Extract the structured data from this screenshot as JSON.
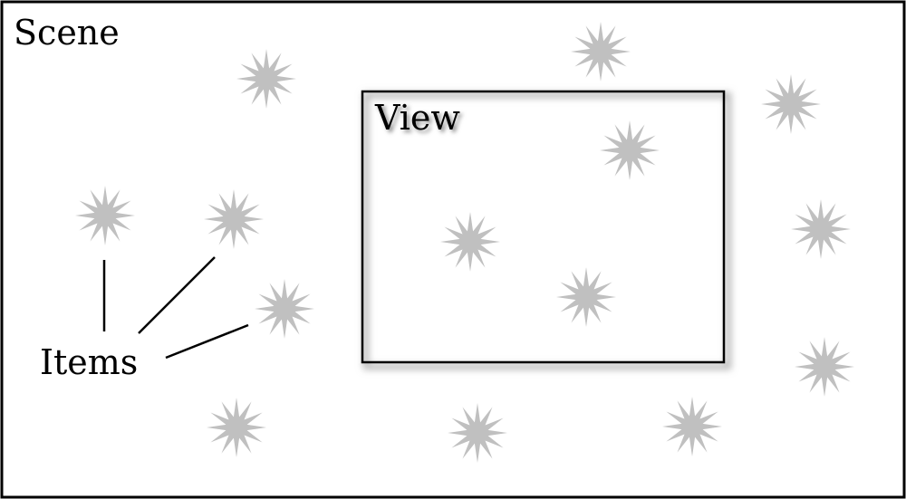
{
  "scene": {
    "label": "Scene"
  },
  "view": {
    "label": "View"
  },
  "items": {
    "label": "Items"
  },
  "colors": {
    "item_fill": "#c0c0c0",
    "border": "#000000",
    "shadow": "#b5b5b5",
    "background": "#ffffff"
  }
}
